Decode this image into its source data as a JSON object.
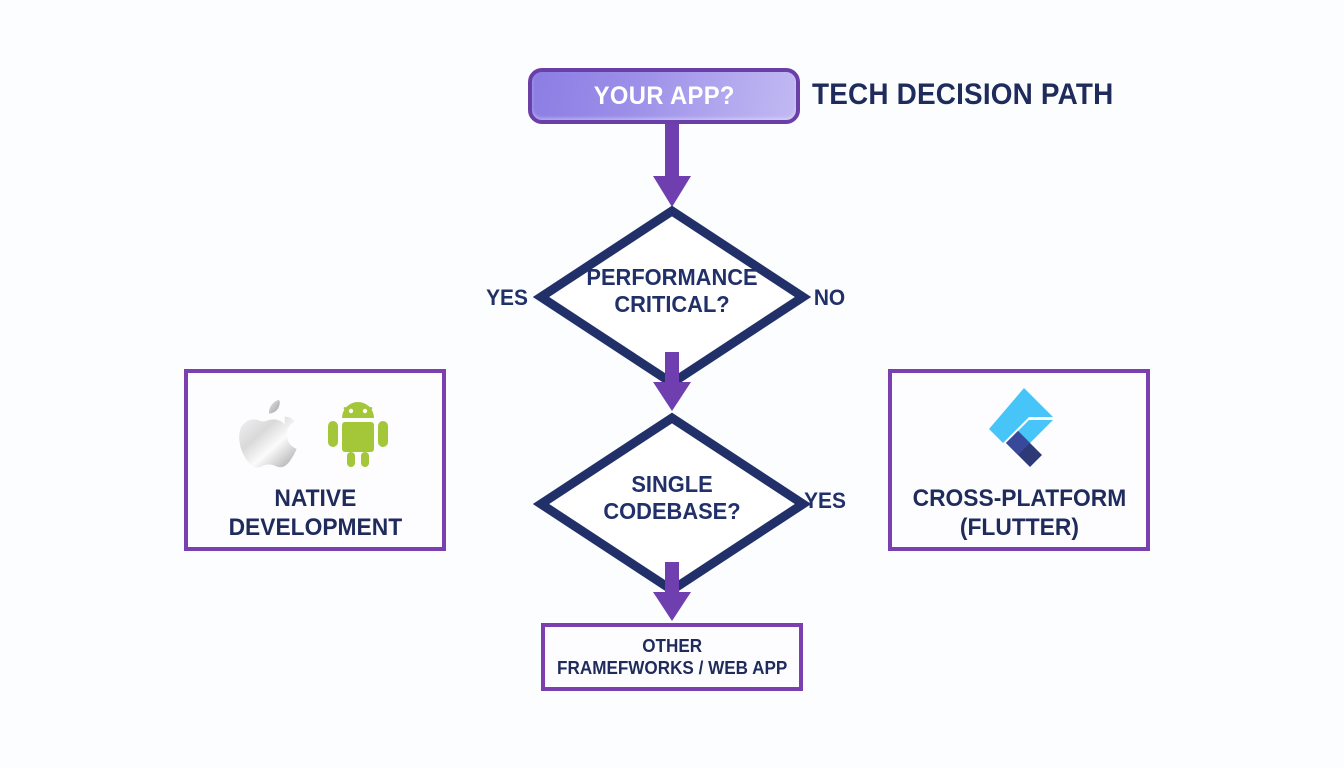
{
  "page": {
    "title": "TECH DECISION PATH",
    "background_color": "#fcfdfe"
  },
  "colors": {
    "navy": "#22306a",
    "purple": "#7c3faf",
    "arrow_purple": "#6f3fb0",
    "pill_border": "#6a3fa8",
    "pill_gradient_start": "#8b7de4",
    "pill_gradient_end": "#c1b9f3",
    "android_green": "#a4c639",
    "flutter_blue": "#54c5f8",
    "flutter_navy": "#2e3a78"
  },
  "flow": {
    "start": {
      "label": "YOUR APP?",
      "shape": "rounded-pill"
    },
    "decisions": [
      {
        "id": "performance",
        "line1": "PERFORMANCE",
        "line2": "CRITICAL?",
        "left_branch": "YES",
        "right_branch": "NO"
      },
      {
        "id": "codebase",
        "line1": "SINGLE",
        "line2": "CODEBASE?",
        "left_branch": "",
        "right_branch": "YES"
      }
    ],
    "outcomes": [
      {
        "id": "native",
        "caption_line1": "NATIVE",
        "caption_line2": "DEVELOPMENT",
        "icons": [
          "apple-logo-icon",
          "android-robot-icon"
        ]
      },
      {
        "id": "cross-platform",
        "caption_line1": "CROSS-PLATFORM",
        "caption_line2": "(FLUTTER)",
        "icons": [
          "flutter-logo-icon"
        ]
      }
    ],
    "terminal": {
      "id": "other",
      "line1": "OTHER",
      "line2": "FRAMEFWORKS / WEB APP"
    },
    "connectors": [
      {
        "id": "start-to-performance",
        "direction": "down"
      },
      {
        "id": "performance-to-codebase",
        "direction": "down"
      },
      {
        "id": "codebase-to-other",
        "direction": "down"
      }
    ]
  }
}
